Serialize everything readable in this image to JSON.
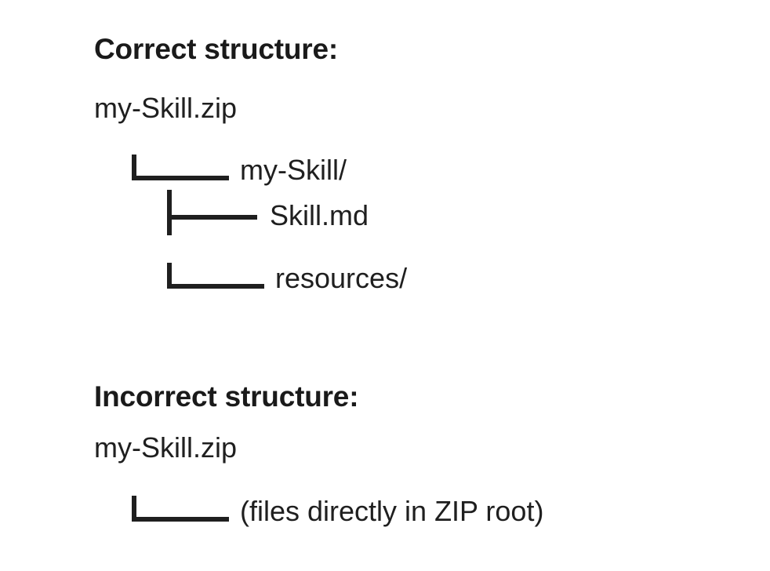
{
  "document": {
    "background_color": "#ffffff",
    "text_color": "#1a1a1a"
  },
  "sections": [
    {
      "id": "correct",
      "heading": "Correct structure:",
      "root": "my-Skill.zip",
      "tree": [
        {
          "connector": "elbow",
          "connector_glyph": "└──",
          "label": "my-Skill/",
          "depth": 1
        },
        {
          "connector": "tee",
          "connector_glyph": "├──",
          "label": "Skill.md",
          "depth": 2
        },
        {
          "connector": "elbow",
          "connector_glyph": "└──",
          "label": "resources/",
          "depth": 2
        }
      ]
    },
    {
      "id": "incorrect",
      "heading": "Incorrect structure:",
      "root": "my-Skill.zip",
      "tree": [
        {
          "connector": "elbow",
          "connector_glyph": "└──",
          "label": "(files directly in ZIP root)",
          "depth": 1
        }
      ]
    }
  ]
}
